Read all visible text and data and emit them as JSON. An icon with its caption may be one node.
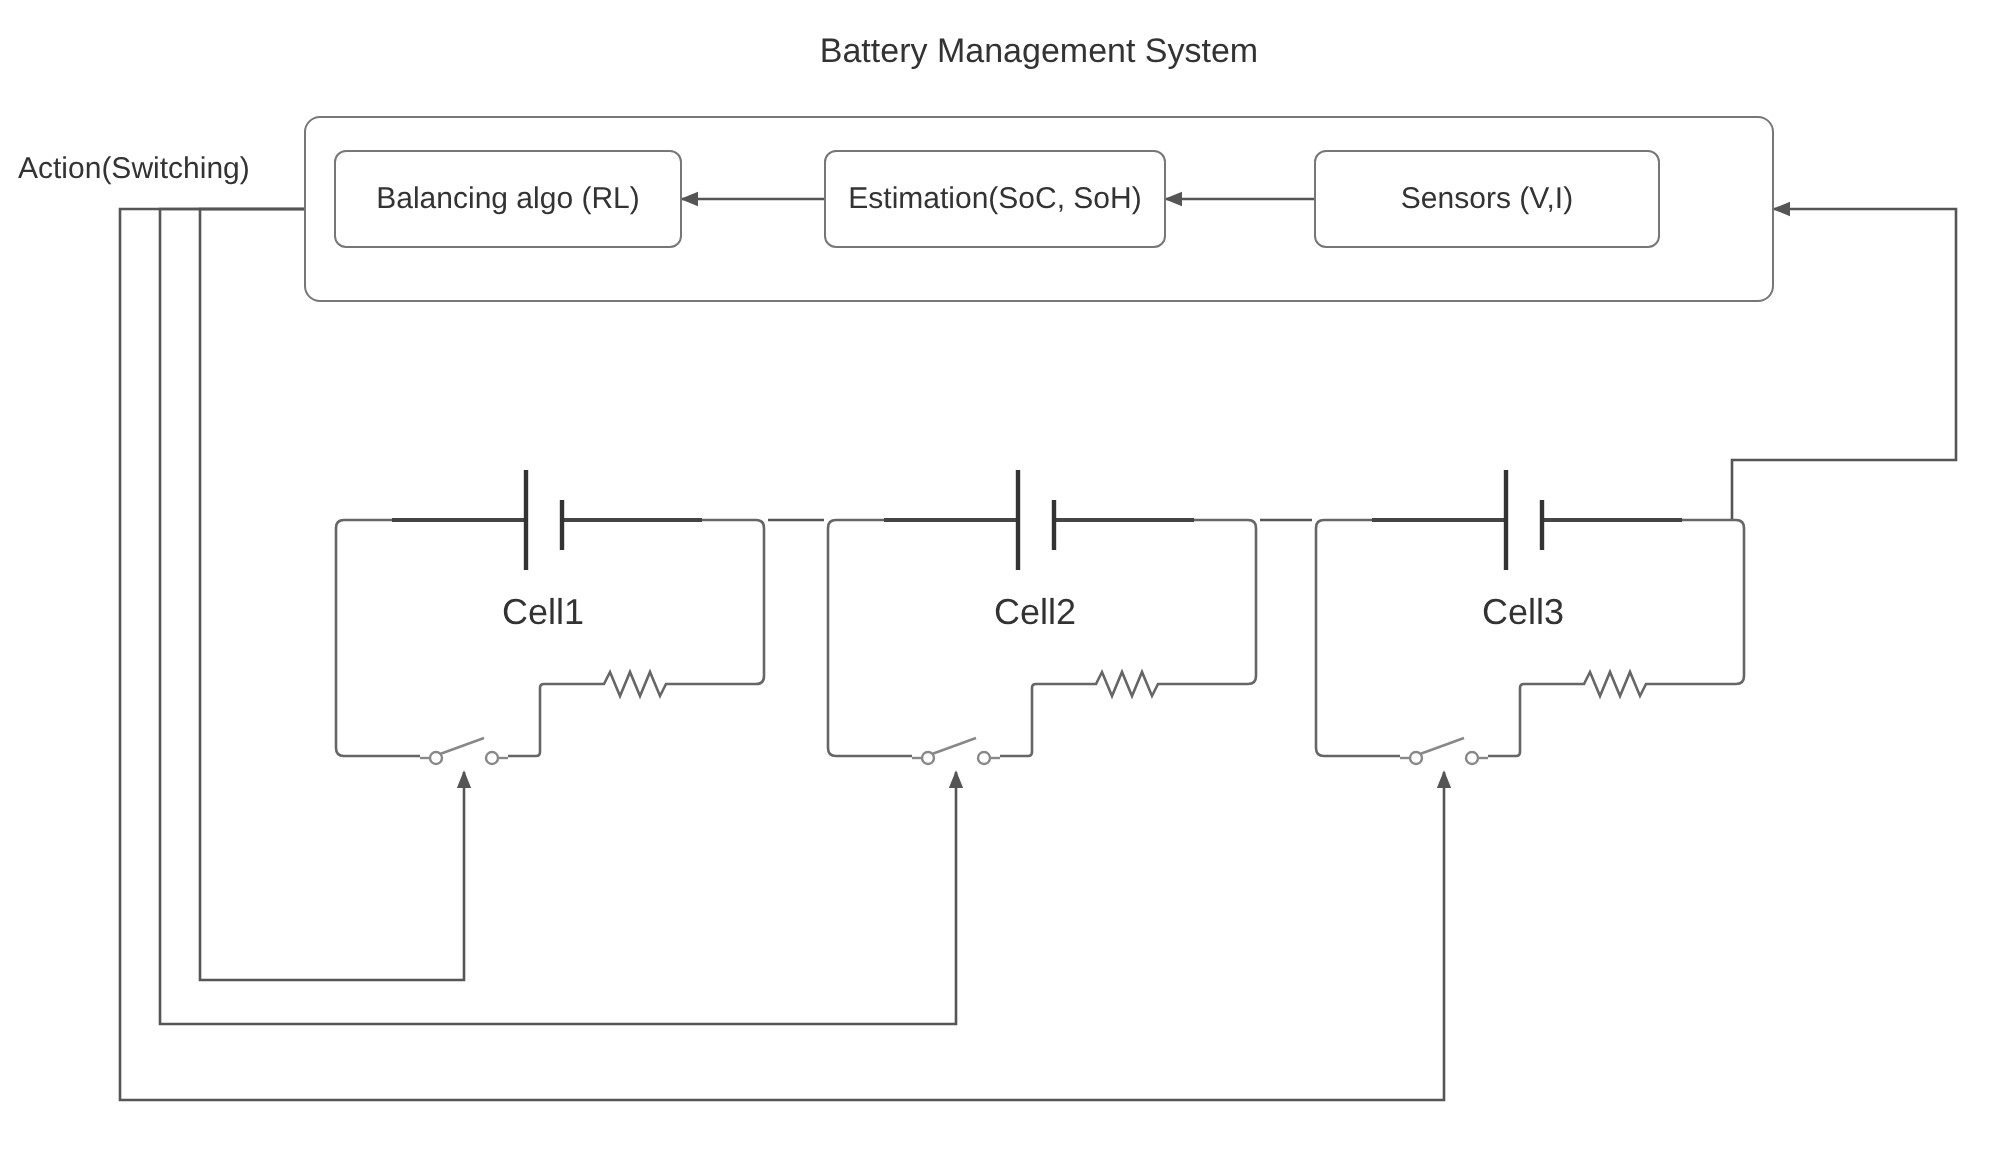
{
  "diagram": {
    "nodes": [
      {
        "text": [
          "Battery Management System"
        ]
      },
      {
        "text": [
          "Balancing algo (RL)"
        ],
        "in": 0
      },
      {
        "text": [
          "Estimation(SoC, SoH)"
        ],
        "in": 0
      },
      {
        "text": [
          "Sensors (V,I)"
        ],
        "in": 0
      },
      {
        "text": [
          "Cell1"
        ]
      },
      {
        "text": [
          "Cell2"
        ]
      },
      {
        "text": [
          "Cell3"
        ]
      },
      {
        "text": [],
        "shape": "switch",
        "in": 4
      },
      {
        "text": [],
        "shape": "switch",
        "in": 5
      },
      {
        "text": [],
        "shape": "switch",
        "in": 6
      }
    ],
    "edges": [
      {
        "from": 3,
        "to": 2,
        "arrow": "to"
      },
      {
        "from": 2,
        "to": 1,
        "arrow": "to"
      },
      {
        "from": 0,
        "to": 7,
        "arrow": "to"
      },
      {
        "from": 0,
        "to": 8,
        "arrow": "to"
      },
      {
        "from": 0,
        "to": 9,
        "arrow": "to"
      },
      {
        "from": 4,
        "to": 5,
        "arrow": "none"
      },
      {
        "from": 5,
        "to": 6,
        "arrow": "none"
      },
      {
        "from": 6,
        "to": 0,
        "arrow": "to"
      }
    ],
    "labels": [
      "Action(Switching)"
    ]
  }
}
